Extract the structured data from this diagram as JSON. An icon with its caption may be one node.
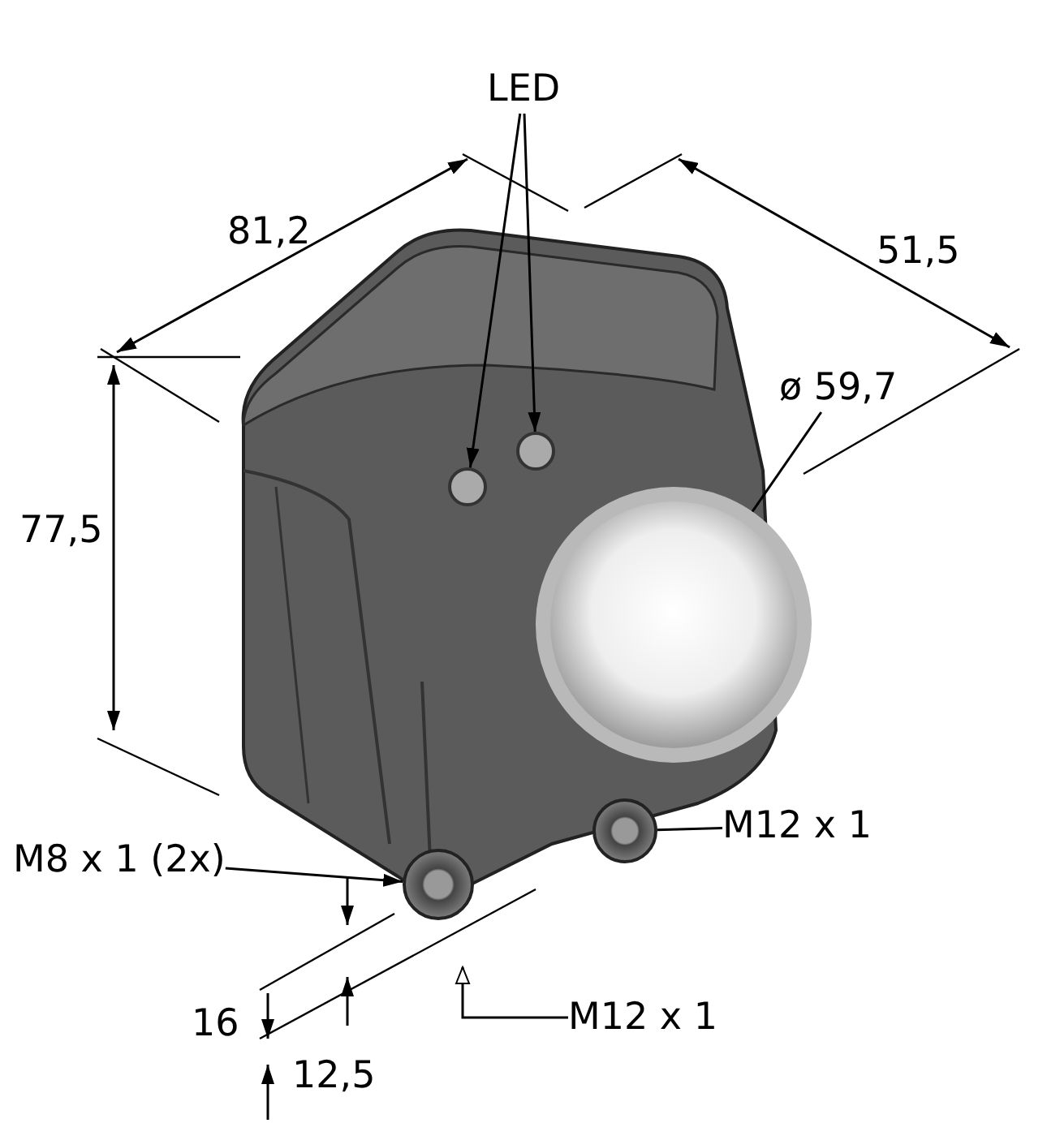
{
  "diagram": {
    "nodes": [
      {
        "text": [
          "LED"
        ]
      },
      {
        "text": [],
        "shape": "circle"
      },
      {
        "text": [],
        "shape": "circle"
      },
      {
        "text": [
          "ø 59,7"
        ]
      },
      {
        "text": [],
        "shape": "circle"
      },
      {
        "text": [
          "M12 x 1"
        ]
      },
      {
        "text": [],
        "shape": "cylinder"
      },
      {
        "text": [
          "M8 x 1 (2x)"
        ]
      },
      {
        "text": [],
        "shape": "cylinder"
      },
      {
        "text": [
          "M12 x 1"
        ]
      }
    ],
    "edges": [
      {
        "from": 0,
        "to": 1,
        "arrow": "to"
      },
      {
        "from": 0,
        "to": 2,
        "arrow": "to"
      },
      {
        "from": 3,
        "to": 4,
        "arrow": "none"
      },
      {
        "from": 5,
        "to": 6,
        "arrow": "none"
      },
      {
        "from": 7,
        "to": 8,
        "arrow": "to"
      },
      {
        "from": 9,
        "to": null,
        "arrow": "to"
      }
    ],
    "labels": [
      "81,2",
      "51,5",
      "77,5",
      "16",
      "12,5"
    ]
  }
}
